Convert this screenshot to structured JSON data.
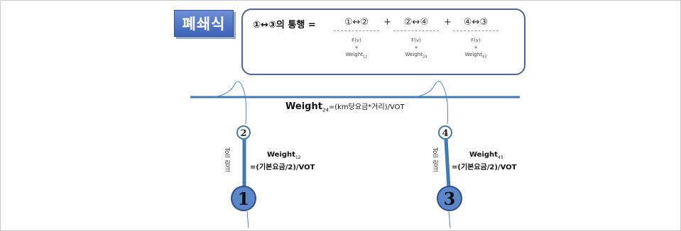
{
  "badge": "폐쇄식",
  "formula": {
    "title": "①↔③의 통행 =",
    "terms": [
      {
        "top": "①↔②",
        "fv": "F(v)",
        "plus": "+",
        "weight": "Weight",
        "sub": "12"
      },
      {
        "top": "②↔④",
        "fv": "F(v)",
        "plus": "+",
        "weight": "Weight",
        "sub": "24"
      },
      {
        "top": "④↔③",
        "fv": "F(v)",
        "plus": "+",
        "weight": "Weight",
        "sub": "43"
      }
    ],
    "plus_sign": "+"
  },
  "main_link": {
    "weight": "Weight",
    "sub": "24",
    "formula": "=(km당요금*거리)/VOT"
  },
  "left_toll": {
    "node_top": "2",
    "node_bottom": "1",
    "toll_label": "Toll 링크",
    "weight": "Weight",
    "sub": "12",
    "formula": "=(기본요금/2)/VOT"
  },
  "right_toll": {
    "node_top": "4",
    "node_bottom": "3",
    "toll_label": "Toll 링크",
    "weight": "Weight",
    "sub": "43",
    "formula": "=(기본요금/2)/VOT"
  },
  "colors": {
    "line": "#3f79b6",
    "node_fill": "#5b86c8",
    "badge": "#4a6fc0"
  }
}
